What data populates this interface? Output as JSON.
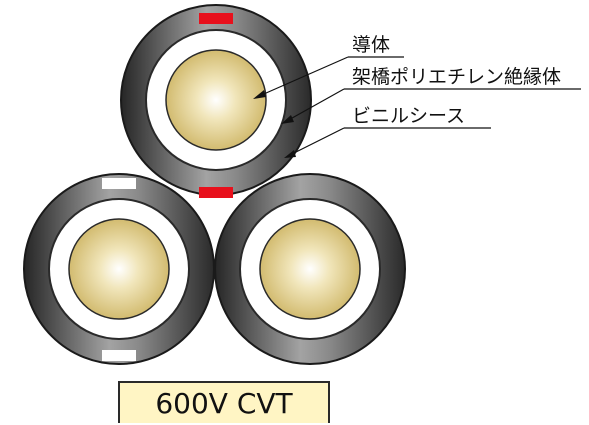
{
  "title": "600V CVT",
  "labels": {
    "conductor": "導体",
    "insulation": "架橋ポリエチレン絶縁体",
    "sheath": "ビニルシース"
  },
  "core_markers": {
    "top": "red",
    "bottom_left": "white",
    "bottom_right": "none"
  },
  "colors": {
    "sheath_dark": "#2e2e2e",
    "sheath_light": "#9a9a9a",
    "conductor": "#d9c57a",
    "conductor_highlight": "#ffffff",
    "marker_red": "#e8101c",
    "marker_white": "#ffffff",
    "title_fill": "#fff5c4"
  }
}
